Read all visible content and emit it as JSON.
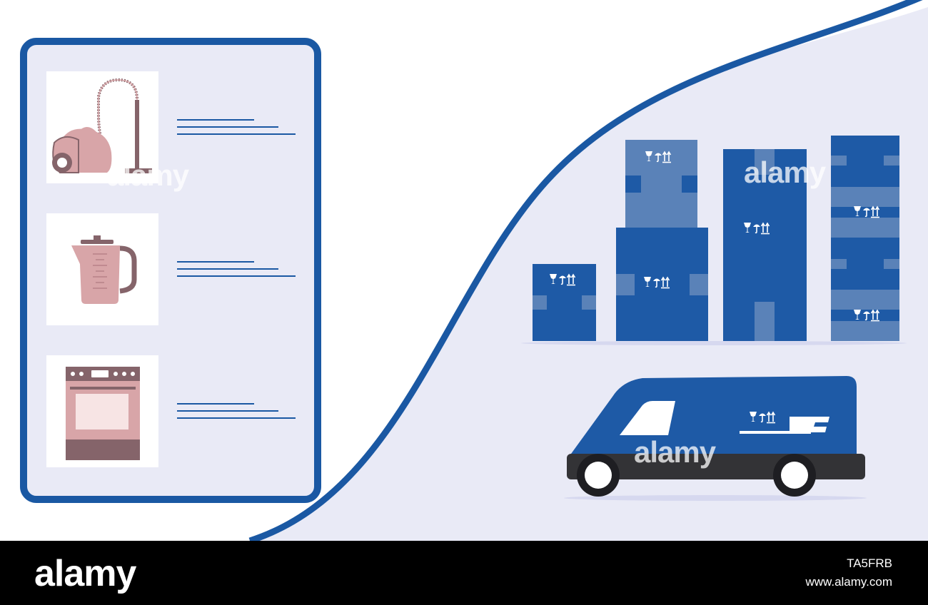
{
  "colors": {
    "navy": "#1a58a3",
    "panel_bg": "#e9eaf6",
    "box_dark": "#1e5aa6",
    "box_light": "#5a82b8",
    "appliance_pink": "#d8a5a8",
    "appliance_brown": "#85646a",
    "van_wheelbase": "#333336"
  },
  "icons": {
    "appliances": [
      "vacuum-cleaner-icon",
      "electric-kettle-icon",
      "kitchen-stove-icon"
    ],
    "box_marks": "fragile-umbrella-this-side-up-icon",
    "van": "delivery-van-icon"
  },
  "watermark": {
    "brand": "alamy",
    "image_id": "TA5FRB",
    "url": "www.alamy.com"
  }
}
